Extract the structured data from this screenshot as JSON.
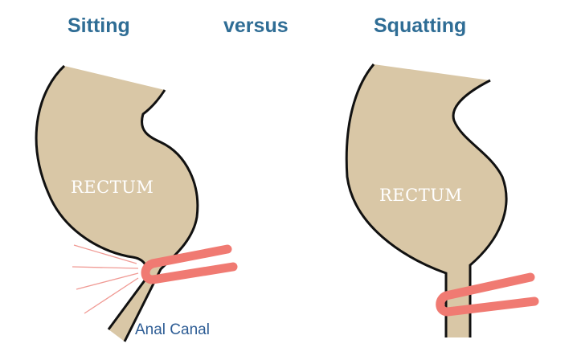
{
  "headings": {
    "left": "Sitting",
    "middle": "versus",
    "right": "Squatting"
  },
  "labels": {
    "rectum_left": "RECTUM",
    "rectum_right": "RECTUM",
    "anal_canal": "Anal Canal"
  },
  "colors": {
    "tissue": "#D9C7A6",
    "muscle": "#F07A72",
    "heading": "#2f6d95",
    "label": "#2e5d95"
  }
}
